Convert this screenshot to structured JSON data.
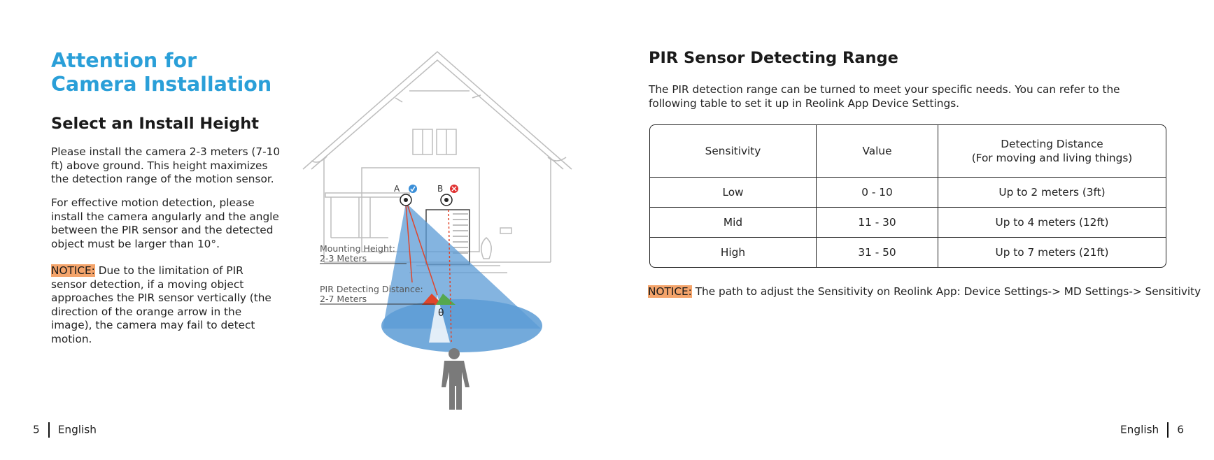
{
  "left_page": {
    "title": "Attention for Camera Installation",
    "subtitle": "Select an Install Height",
    "paragraph1": "Please install the camera 2-3 meters (7-10 ft) above ground. This height maximizes the detection range of the motion sensor.",
    "paragraph2": "For effective motion detection, please install the camera angularly and the angle between the PIR sensor and the detected object must be larger than 10°.",
    "notice_label": "NOTICE:",
    "notice_text": " Due to the limitation of PIR sensor detection, if a moving object approaches the PIR sensor vertically (the direction of the orange arrow in the image), the camera may fail to detect motion.",
    "footer_page": "5",
    "footer_lang": "English"
  },
  "illustration": {
    "label_a": "A",
    "label_b": "B",
    "mounting_label": "Mounting Height:",
    "mounting_value": "2-3 Meters",
    "pir_label": "PIR Detecting Distance:",
    "pir_value": "2-7 Meters",
    "angle_symbol": "θ",
    "colors": {
      "cone": "#5b9bd5",
      "arrow_red": "#e0452b",
      "arrow_green": "#55a84f",
      "check_blue": "#3b8fd8",
      "cross_red": "#e03030"
    }
  },
  "right_page": {
    "title": "PIR Sensor Detecting Range",
    "intro": "The PIR detection range can be turned to meet your specific needs. You can refer to the following table to set it up in Reolink App Device Settings.",
    "table": {
      "headers": [
        "Sensitivity",
        "Value",
        "Detecting Distance",
        "(For moving and living things)"
      ],
      "rows": [
        [
          "Low",
          "0 - 10",
          "Up to 2 meters (3ft)"
        ],
        [
          "Mid",
          "11 - 30",
          "Up to  4 meters (12ft)"
        ],
        [
          "High",
          "31 - 50",
          "Up to 7 meters (21ft)"
        ]
      ]
    },
    "notice_label": "NOTICE:",
    "notice_text": " The path to adjust the Sensitivity on Reolink App: Device Settings-> MD Settings-> Sensitivity",
    "footer_lang": "English",
    "footer_page": "6"
  }
}
